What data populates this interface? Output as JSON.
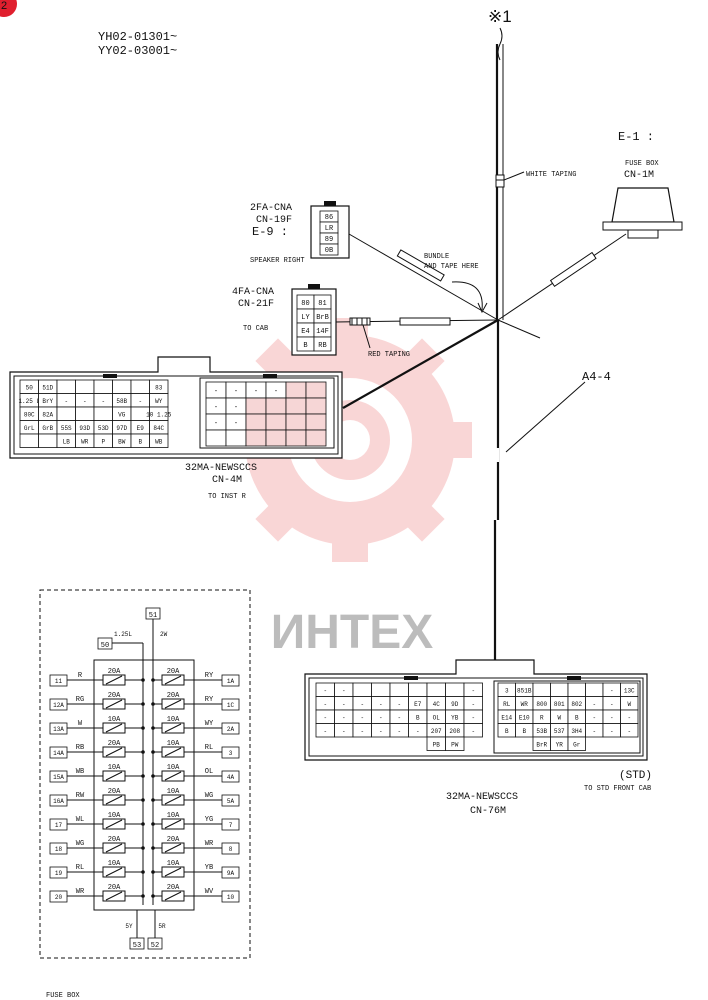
{
  "corner_mark": "2",
  "watermark": {
    "text": "ИНТЕХ",
    "color": "#e84848"
  },
  "models": [
    "YH02-01301~",
    "YY02-03001~"
  ],
  "top_ref": "※1",
  "labels": {
    "white_taping": "WHITE TAPING",
    "bundle": "BUNDLE",
    "tape_here": "AND TAPE HERE",
    "red_taping": "RED TAPING",
    "a44": "A4-4",
    "to_cab": "TO CAB",
    "speaker_right": "SPEAKER RIGHT",
    "to_inst": "TO INST R",
    "std": "(STD)",
    "to_std": "TO STD FRONT CAB",
    "fuse_box_bottom": "FUSE BOX"
  },
  "fusebox_top": {
    "ref": "E-1 :",
    "name": "FUSE BOX",
    "cn": "CN-1M"
  },
  "spk": {
    "name": "2FA-CNA",
    "cn": "CN-19F",
    "ref": "E-9 :",
    "pins": [
      "86",
      "LR",
      "89",
      "0B"
    ]
  },
  "cab": {
    "name": "4FA-CNA",
    "cn": "CN-21F",
    "pins": [
      "80",
      "81",
      "LY",
      "BrB",
      "E4",
      "14F",
      "B",
      "RB"
    ]
  },
  "cn4m": {
    "name": "32MA-NEWSCCS",
    "cn": "CN-4M",
    "left": [
      [
        "50",
        "51D",
        "",
        "",
        "",
        "",
        "",
        "83"
      ],
      [
        "1.25 L",
        "BrY",
        "-",
        "-",
        "-",
        "58B",
        "-",
        "WY"
      ],
      [
        "80C",
        "82A",
        "",
        "",
        "",
        "VG",
        "",
        "10 1.25"
      ],
      [
        "GrL",
        "GrB",
        "55S",
        "93D",
        "53D",
        "97D",
        "E9",
        "84C"
      ],
      [
        "",
        "",
        "LB",
        "WR",
        "P",
        "BW",
        "B",
        "WB"
      ]
    ]
  },
  "cn76m": {
    "name": "32MA-NEWSCCS",
    "cn": "CN-76M",
    "left": [
      [
        "-",
        "-",
        "",
        "",
        "",
        "",
        "",
        "",
        "-"
      ],
      [
        "-",
        "-",
        "-",
        "-",
        "-",
        "E7",
        "4C",
        "9D",
        "-"
      ],
      [
        "-",
        "-",
        "-",
        "-",
        "-",
        "B",
        "OL",
        "YB",
        "-"
      ],
      [
        "-",
        "-",
        "-",
        "-",
        "-",
        "-",
        "207",
        "208",
        "-"
      ],
      [
        "",
        "",
        "",
        "",
        "",
        "",
        "PB",
        "PW",
        ""
      ]
    ],
    "right": [
      [
        "3",
        "851B",
        "",
        "",
        "",
        "",
        "-",
        "13C"
      ],
      [
        "RL",
        "WR",
        "800",
        "801",
        "802",
        "-",
        "-",
        "W"
      ],
      [
        "E14",
        "E10",
        "R",
        "W",
        "B",
        "-",
        "-",
        "-"
      ],
      [
        "B",
        "B",
        "53B",
        "537",
        "3H4",
        "-",
        "-",
        "-"
      ],
      [
        "",
        "",
        "BrR",
        "YR",
        "Gr",
        "",
        "",
        ""
      ]
    ]
  },
  "fuse_schematic": {
    "top_terminal": "51",
    "top_wire": "2W",
    "left_feed": {
      "id": "50",
      "wire": "1.25L"
    },
    "left": [
      {
        "id": "11",
        "color": "R",
        "amp": "20A"
      },
      {
        "id": "12A",
        "color": "RG",
        "amp": "20A"
      },
      {
        "id": "13A",
        "color": "W",
        "amp": "10A"
      },
      {
        "id": "14A",
        "color": "RB",
        "amp": "20A"
      },
      {
        "id": "15A",
        "color": "WB",
        "amp": "10A"
      },
      {
        "id": "16A",
        "color": "RW",
        "amp": "20A"
      },
      {
        "id": "17",
        "color": "WL",
        "amp": "10A"
      },
      {
        "id": "18",
        "color": "WG",
        "amp": "20A"
      },
      {
        "id": "19",
        "color": "RL",
        "amp": "10A"
      },
      {
        "id": "20",
        "color": "WR",
        "amp": "20A"
      }
    ],
    "right": [
      {
        "id": "1A",
        "color": "RY",
        "amp": "20A"
      },
      {
        "id": "1C",
        "color": "RY",
        "amp": "20A"
      },
      {
        "id": "2A",
        "color": "WY",
        "amp": "10A"
      },
      {
        "id": "3",
        "color": "RL",
        "amp": "10A"
      },
      {
        "id": "4A",
        "color": "OL",
        "amp": "10A"
      },
      {
        "id": "5A",
        "color": "WG",
        "amp": "10A"
      },
      {
        "id": "7",
        "color": "YG",
        "amp": "10A"
      },
      {
        "id": "8",
        "color": "WR",
        "amp": "20A"
      },
      {
        "id": "9A",
        "color": "YB",
        "amp": "10A"
      },
      {
        "id": "10",
        "color": "WV",
        "amp": "20A"
      }
    ],
    "bottom": [
      {
        "id": "53",
        "wire": "5Y"
      },
      {
        "id": "52",
        "wire": "5R"
      }
    ]
  }
}
